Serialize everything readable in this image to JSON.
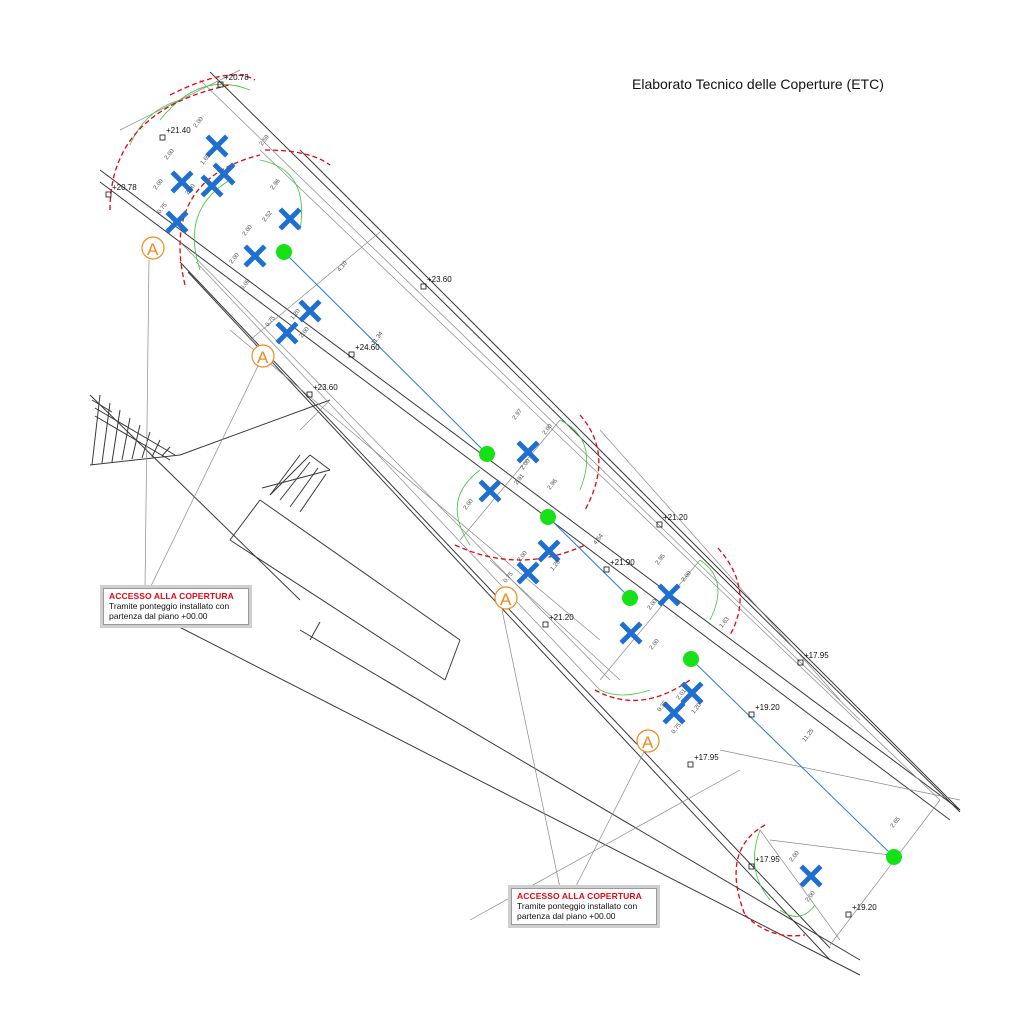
{
  "title": "Elaborato Tecnico delle Coperture (ETC)",
  "access_notes": [
    {
      "heading": "ACCESSO ALLA COPERTURA",
      "line1": "Tramite ponteggio installato con",
      "line2": "partenza dal piano +00.00"
    },
    {
      "heading": "ACCESSO ALLA COPERTURA",
      "line1": "Tramite ponteggio installato con",
      "line2": "partenza dal piano +00.00"
    }
  ],
  "access_symbol_label": "A",
  "elevations": [
    "+20.78",
    "+21.40",
    "+20.78",
    "+23.60",
    "+24.60",
    "+23.60",
    "+21.20",
    "+21.90",
    "+21.20",
    "+17.95",
    "+19.20",
    "+17.95",
    "+17.95",
    "+19.20"
  ],
  "dimensions": [
    "2.00",
    "2.59",
    "2.00",
    "2.00",
    "1.65",
    "2.00",
    "0.75",
    "2.96",
    "2.52",
    "2.00",
    "2.00",
    "5.09",
    "4.10",
    "1.20",
    "0.75",
    "2.00",
    "11.34",
    "2.97",
    "2.00",
    "2.00",
    "2.91",
    "2.96",
    "2.00",
    "4.54",
    "2.00",
    "1.20",
    "0.75",
    "2.95",
    "2.00",
    "2.00",
    "1.63",
    "2.00",
    "2.01",
    "0.35",
    "1.20",
    "0.75",
    "11.25",
    "2.65",
    "2.00",
    "2.00"
  ],
  "colors": {
    "anchor_point": "#16e016",
    "anchor_cross": "#1f6fd1",
    "lifeline": "#2b7bd6",
    "clearance_zone": "#e30613",
    "fall_zone": "#39c839",
    "access_symbol": "#f08a1d",
    "note_heading": "#e30613"
  }
}
